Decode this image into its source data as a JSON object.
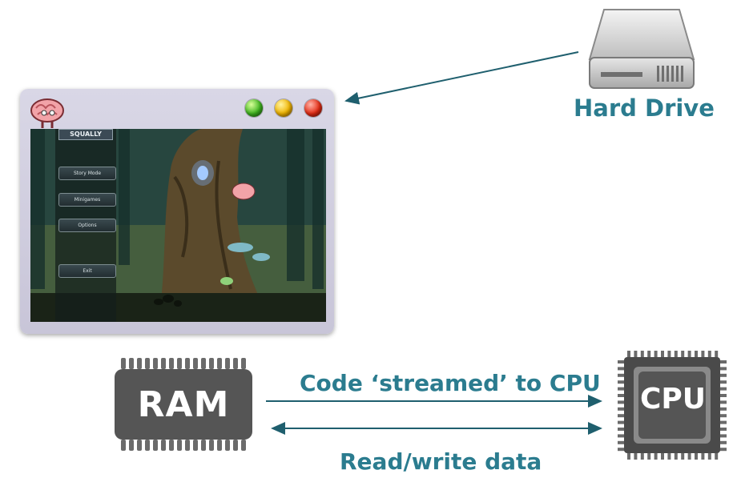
{
  "hard_drive": {
    "label": "Hard Drive"
  },
  "game_window": {
    "game_title": "SQUALLY",
    "menu": [
      "Story Mode",
      "Minigames",
      "Options",
      "Exit"
    ]
  },
  "ram": {
    "label": "RAM"
  },
  "cpu": {
    "label": "CPU"
  },
  "arrows": {
    "top_label": "Code ‘streamed’ to CPU",
    "bottom_label": "Read/write data"
  },
  "colors": {
    "accent_teal": "#2b7c8f",
    "chip_dark": "#555555",
    "arrow": "#1f5f6e"
  }
}
